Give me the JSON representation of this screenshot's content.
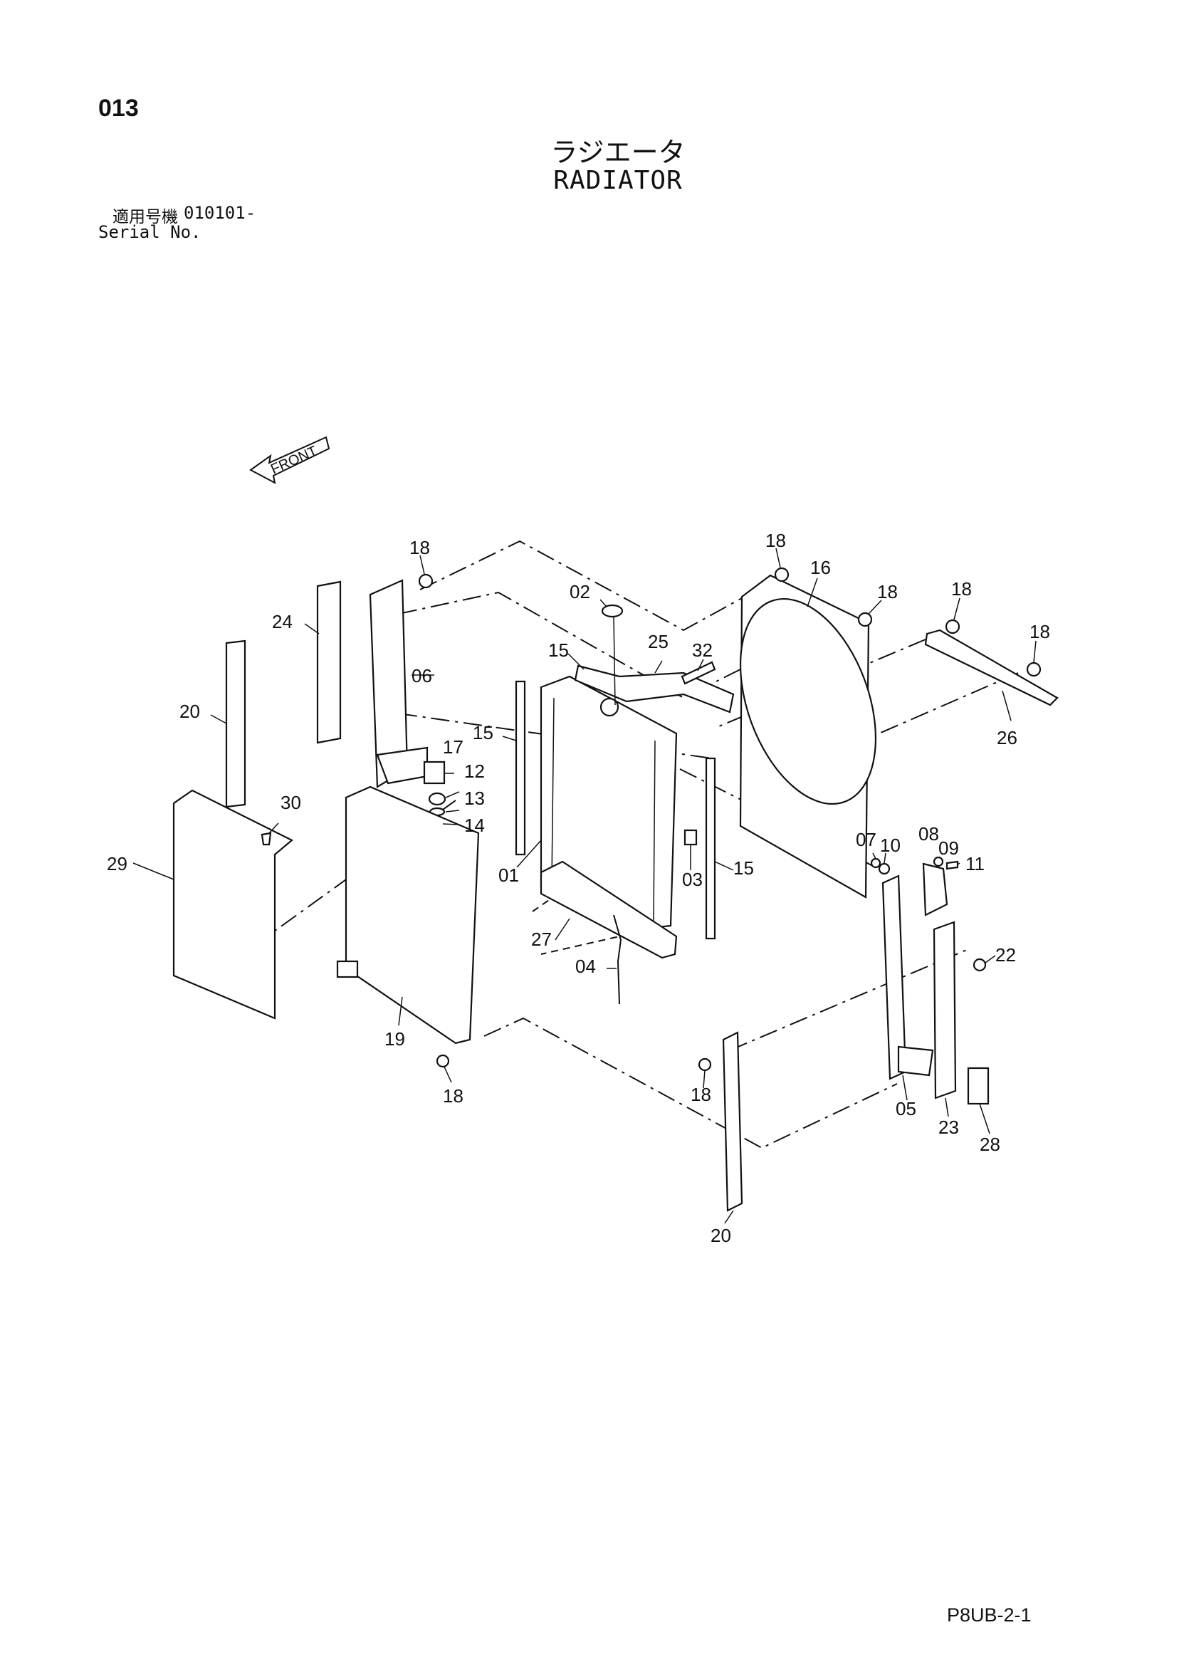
{
  "header": {
    "page_number": "013",
    "title_ja": "ラジエータ",
    "title_en": "RADIATOR",
    "serial_label_ja": "適用号機",
    "serial_value": "010101-",
    "serial_label_en": "Serial No."
  },
  "diagram": {
    "front_label": "FRONT",
    "callouts": {
      "c01": "01",
      "c02": "02",
      "c03": "03",
      "c04": "04",
      "c05": "05",
      "c06": "06",
      "c07": "07",
      "c08": "08",
      "c09": "09",
      "c10": "10",
      "c11": "11",
      "c12": "12",
      "c13": "13",
      "c14": "14",
      "c15a": "15",
      "c15b": "15",
      "c15c": "15",
      "c16": "16",
      "c17": "17",
      "c18a": "18",
      "c18b": "18",
      "c18c": "18",
      "c18d": "18",
      "c18e": "18",
      "c18f": "18",
      "c18g": "18",
      "c19": "19",
      "c20a": "20",
      "c20b": "20",
      "c22": "22",
      "c23": "23",
      "c24": "24",
      "c25": "25",
      "c26": "26",
      "c27": "27",
      "c28": "28",
      "c29": "29",
      "c30": "30",
      "c32": "32"
    }
  },
  "footer": {
    "page_code": "P8UB-2-1"
  }
}
